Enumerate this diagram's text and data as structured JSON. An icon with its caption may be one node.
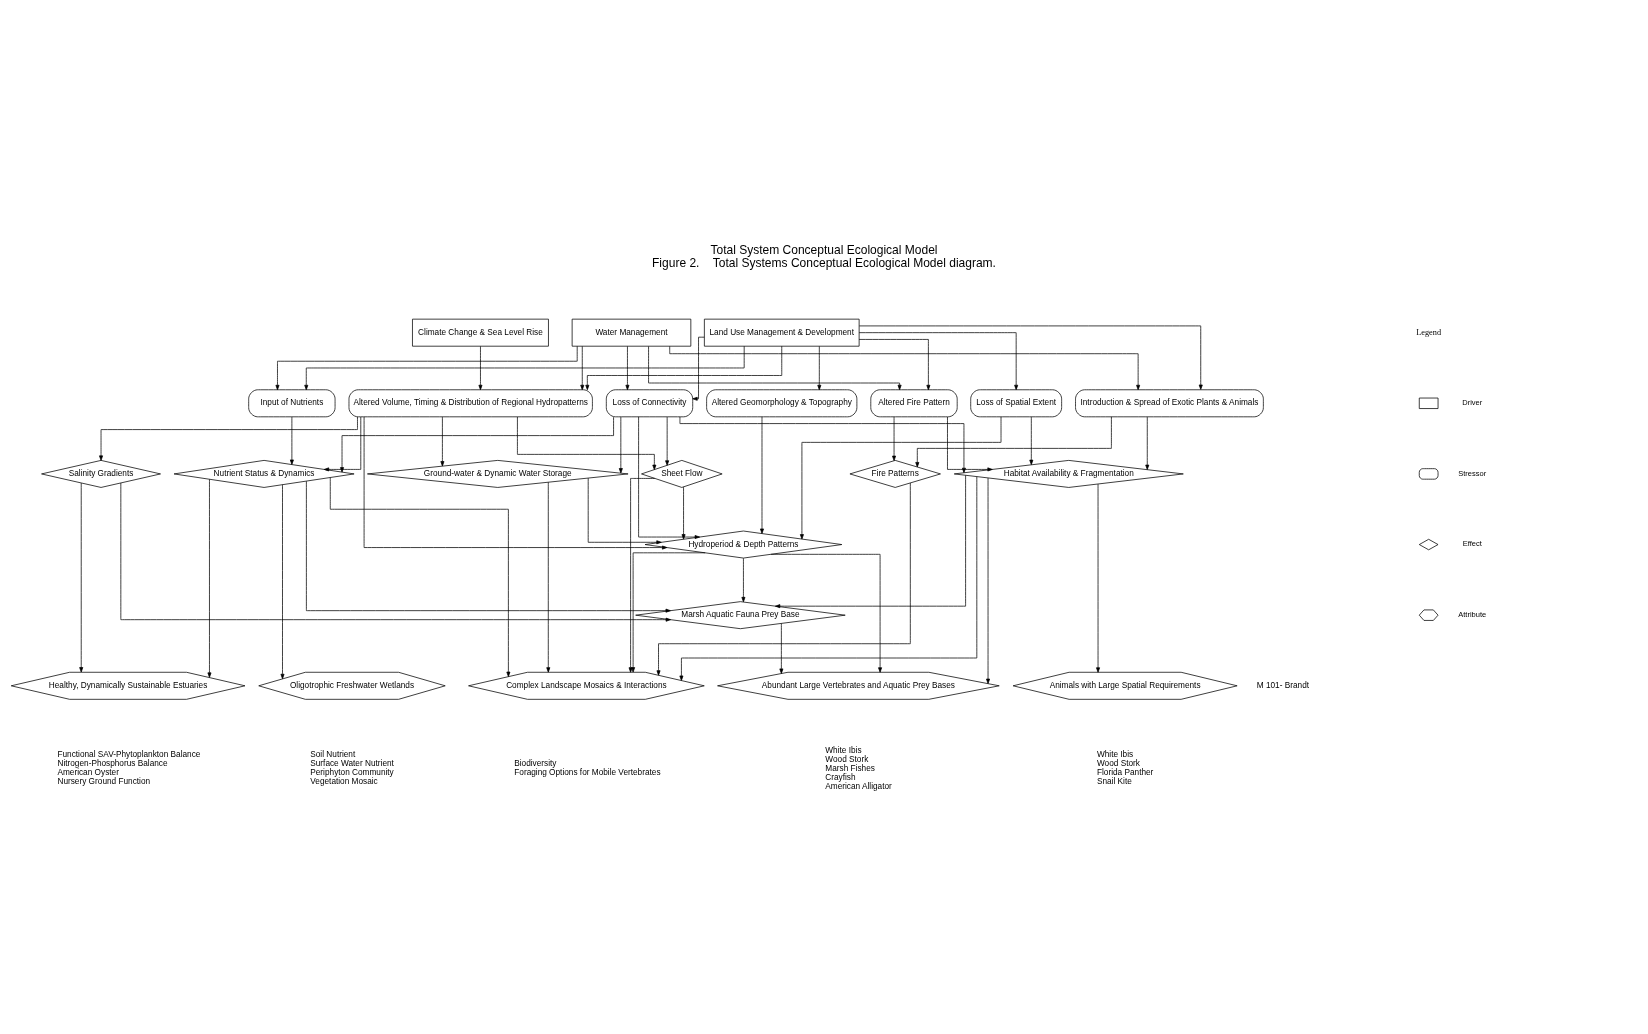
{
  "diagram": {
    "title": "Total System Conceptual Ecological Model",
    "caption": "Figure 2.    Total Systems Conceptual Ecological Model diagram.",
    "nodes": [
      {
        "text": [
          "Climate Change & Sea Level Rise"
        ]
      },
      {
        "text": [
          "Water Management"
        ]
      },
      {
        "text": [
          "Land Use Management & Development"
        ]
      },
      {
        "text": [
          "Input of Nutrients"
        ]
      },
      {
        "text": [
          "Altered Volume, Timing & Distribution of Regional Hydropatterns"
        ]
      },
      {
        "text": [
          "Loss of Connectivity"
        ]
      },
      {
        "text": [
          "Altered Geomorphology & Topography"
        ]
      },
      {
        "text": [
          "Altered Fire Pattern"
        ]
      },
      {
        "text": [
          "Loss of Spatial Extent"
        ]
      },
      {
        "text": [
          "Introduction & Spread of Exotic Plants & Animals"
        ]
      },
      {
        "text": [
          "Salinity Gradients"
        ]
      },
      {
        "text": [
          "Nutrient Status & Dynamics"
        ]
      },
      {
        "text": [
          "Ground-water & Dynamic Water Storage"
        ]
      },
      {
        "text": [
          "Sheet Flow"
        ]
      },
      {
        "text": [
          "Fire Patterns"
        ]
      },
      {
        "text": [
          "Habitat Availability & Fragmentation"
        ]
      },
      {
        "text": [
          "Hydroperiod & Depth Patterns"
        ]
      },
      {
        "text": [
          "Marsh Aquatic Fauna Prey Base"
        ]
      },
      {
        "text": [
          "Healthy, Dynamically Sustainable Estuaries"
        ],
        "beside": [
          "Functional SAV-Phytoplankton Balance",
          "Nitrogen-Phosphorus Balance",
          "American Oyster",
          "Nursery Ground Function"
        ]
      },
      {
        "text": [
          "Oligotrophic Freshwater Wetlands"
        ],
        "beside": [
          "Soil Nutrient",
          "Surface Water Nutrient",
          "Periphyton Community",
          "Vegetation Mosaic"
        ]
      },
      {
        "text": [
          "Complex Landscape Mosaics & Interactions"
        ],
        "beside": [
          "Biodiversity",
          "Foraging Options for Mobile Vertebrates"
        ]
      },
      {
        "text": [
          "Abundant Large Vertebrates and Aquatic Prey Bases"
        ],
        "beside": [
          "White Ibis",
          "Wood Stork",
          "Marsh Fishes",
          "Crayfish",
          "American Alligator"
        ]
      },
      {
        "text": [
          "Animals with Large Spatial Requirements"
        ],
        "beside": [
          "White Ibis",
          "Wood Stork",
          "Florida Panther",
          "Snail Kite"
        ]
      }
    ],
    "edges": [
      {
        "from": 0,
        "to": 4,
        "arrow": "to"
      },
      {
        "from": 1,
        "to": 3,
        "arrow": "to"
      },
      {
        "from": 1,
        "to": 4,
        "arrow": "to"
      },
      {
        "from": 1,
        "to": 5,
        "arrow": "to"
      },
      {
        "from": 1,
        "to": 7,
        "arrow": "to"
      },
      {
        "from": 1,
        "to": 9,
        "arrow": "to"
      },
      {
        "from": 2,
        "to": 3,
        "arrow": "to"
      },
      {
        "from": 2,
        "to": 4,
        "arrow": "to"
      },
      {
        "from": 2,
        "to": 5,
        "arrow": "to"
      },
      {
        "from": 2,
        "to": 6,
        "arrow": "to"
      },
      {
        "from": 2,
        "to": 7,
        "arrow": "to"
      },
      {
        "from": 2,
        "to": 8,
        "arrow": "to"
      },
      {
        "from": 2,
        "to": 9,
        "arrow": "to"
      },
      {
        "from": 3,
        "to": 11,
        "arrow": "to"
      },
      {
        "from": 4,
        "to": 10,
        "arrow": "to"
      },
      {
        "from": 4,
        "to": 11,
        "arrow": "to"
      },
      {
        "from": 4,
        "to": 12,
        "arrow": "to"
      },
      {
        "from": 4,
        "to": 13,
        "arrow": "to"
      },
      {
        "from": 4,
        "to": 16,
        "arrow": "to"
      },
      {
        "from": 5,
        "to": 11,
        "arrow": "to"
      },
      {
        "from": 5,
        "to": 12,
        "arrow": "to"
      },
      {
        "from": 5,
        "to": 13,
        "arrow": "to"
      },
      {
        "from": 5,
        "to": 16,
        "arrow": "to"
      },
      {
        "from": 5,
        "to": 15,
        "arrow": "to"
      },
      {
        "from": 6,
        "to": 16,
        "arrow": "to"
      },
      {
        "from": 7,
        "to": 14,
        "arrow": "to"
      },
      {
        "from": 7,
        "to": 15,
        "arrow": "to"
      },
      {
        "from": 8,
        "to": 15,
        "arrow": "to"
      },
      {
        "from": 8,
        "to": 16,
        "arrow": "to"
      },
      {
        "from": 9,
        "to": 14,
        "arrow": "to"
      },
      {
        "from": 9,
        "to": 15,
        "arrow": "to"
      },
      {
        "from": 10,
        "to": 18,
        "arrow": "to"
      },
      {
        "from": 10,
        "to": 17,
        "arrow": "to"
      },
      {
        "from": 11,
        "to": 18,
        "arrow": "to"
      },
      {
        "from": 11,
        "to": 19,
        "arrow": "to"
      },
      {
        "from": 11,
        "to": 20,
        "arrow": "to"
      },
      {
        "from": 11,
        "to": 17,
        "arrow": "to"
      },
      {
        "from": 12,
        "to": 16,
        "arrow": "to"
      },
      {
        "from": 12,
        "to": 20,
        "arrow": "to"
      },
      {
        "from": 13,
        "to": 16,
        "arrow": "to"
      },
      {
        "from": 13,
        "to": 20,
        "arrow": "to"
      },
      {
        "from": 14,
        "to": 20,
        "arrow": "to"
      },
      {
        "from": 15,
        "to": 17,
        "arrow": "to"
      },
      {
        "from": 15,
        "to": 20,
        "arrow": "to"
      },
      {
        "from": 15,
        "to": 21,
        "arrow": "to"
      },
      {
        "from": 15,
        "to": 22,
        "arrow": "to"
      },
      {
        "from": 16,
        "to": 17,
        "arrow": "to"
      },
      {
        "from": 16,
        "to": 20,
        "arrow": "to"
      },
      {
        "from": 16,
        "to": 21,
        "arrow": "to"
      },
      {
        "from": 17,
        "to": 21,
        "arrow": "to"
      }
    ],
    "labels": [
      "Legend",
      "M 101- Brandt"
    ],
    "legend": [
      {
        "text": "Driver"
      },
      {
        "text": "Stressor"
      },
      {
        "text": "Effect"
      },
      {
        "text": "Attribute"
      }
    ]
  }
}
